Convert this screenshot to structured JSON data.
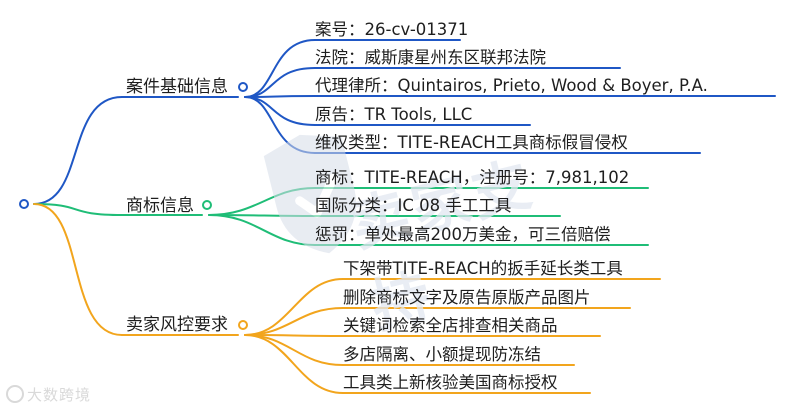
{
  "colors": {
    "blue": "#1f57c5",
    "green": "#1fbd77",
    "orange": "#f2a51d",
    "text": "#1e1e1e",
    "watermark": "#e2e8f1"
  },
  "root": {
    "label": ""
  },
  "branches": [
    {
      "label": "案件基础信息",
      "color": "#1f57c5",
      "items": [
        "案号：26-cv-01371",
        "法院：威斯康星州东区联邦法院",
        "代理律所：Quintairos, Prieto, Wood & Boyer, P.A.",
        "原告：TR Tools, LLC",
        "维权类型：TITE-REACH工具商标假冒侵权"
      ]
    },
    {
      "label": "商标信息",
      "color": "#1fbd77",
      "items": [
        "商标：TITE-REACH，注册号：7,981,102",
        "国际分类：IC 08 手工工具",
        "惩罚：单处最高200万美金，可三倍赔偿"
      ]
    },
    {
      "label": "卖家风控要求",
      "color": "#f2a51d",
      "items": [
        "下架带TITE-REACH的扳手延长类工具",
        "删除商标文字及原告原版产品图片",
        "关键词检索全店排查相关商品",
        "多店隔离、小额提现防冻结",
        "工具类上新核验美国商标授权"
      ]
    }
  ],
  "watermark": {
    "text": "卖家支持",
    "icon": "shield-icon"
  },
  "logo": {
    "text": "大数跨境",
    "icon": "brand-logo-icon"
  }
}
